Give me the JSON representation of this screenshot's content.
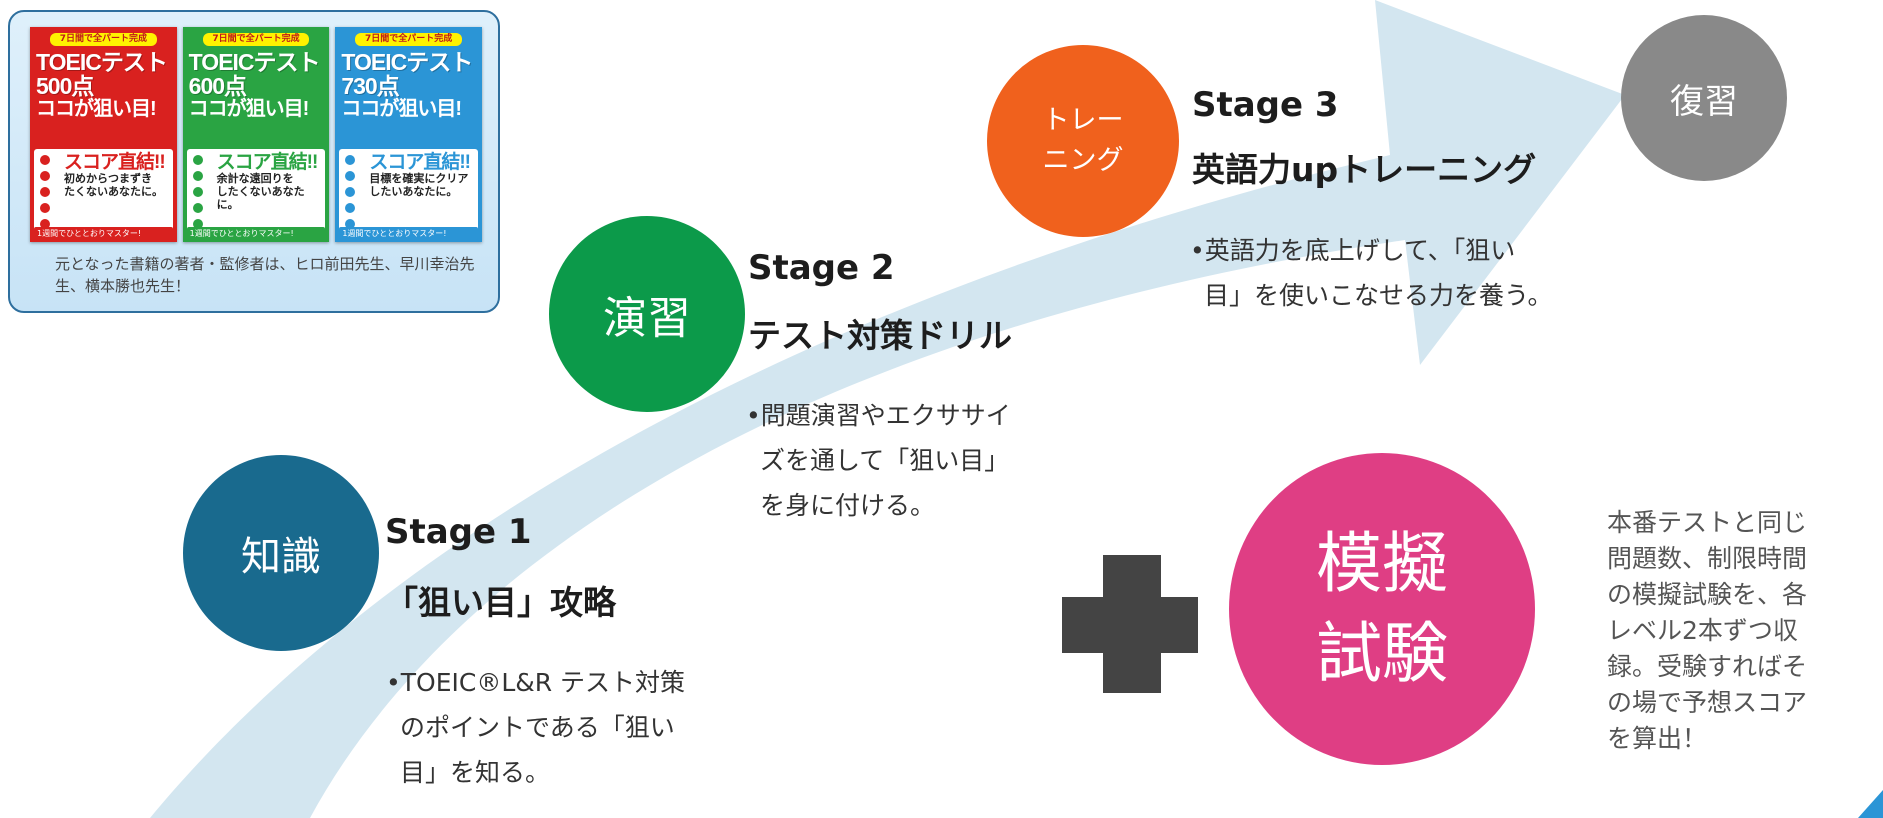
{
  "colors": {
    "arrow": "#d3e6f0",
    "chishiki": "#196a8e",
    "enshu": "#0c9a4a",
    "training": "#f0611d",
    "fukushu": "#898989",
    "moshi": "#df3e84",
    "plus": "#444444"
  },
  "books": {
    "items": [
      {
        "banner": "7日間で全パート完成",
        "title": "TOEICテスト",
        "score": "500点",
        "sub": "ココが狙い目!",
        "lower_score": "スコア直結!!",
        "tag1": "初めからつまずき",
        "tag2": "たくないあなたに。",
        "strip": "1週間でひととおりマスター!"
      },
      {
        "banner": "7日間で全パート完成",
        "title": "TOEICテスト",
        "score": "600点",
        "sub": "ココが狙い目!",
        "lower_score": "スコア直結!!",
        "tag1": "余計な遠回りを",
        "tag2": "したくないあなたに。",
        "strip": "1週間でひととおりマスター!"
      },
      {
        "banner": "7日間で全パート完成",
        "title": "TOEICテスト",
        "score": "730点",
        "sub": "ココが狙い目!",
        "lower_score": "スコア直結!!",
        "tag1": "目標を確実にクリア",
        "tag2": "したいあなたに。",
        "strip": "1週間でひととおりマスター!"
      }
    ],
    "caption": "元となった書籍の著者・監修者は、ヒロ前田先生、早川幸治先生、横本勝也先生！"
  },
  "stages": {
    "chishiki": {
      "circle": "知識",
      "head": "Stage 1",
      "sub": "「狙い目」攻略",
      "desc": [
        "•TOEIC®L&R テスト対策",
        "のポイントである「狙い",
        "目」を知る。"
      ]
    },
    "enshu": {
      "circle": "演習",
      "head": "Stage 2",
      "sub": "テスト対策ドリル",
      "desc": [
        "•問題演習やエクササイ",
        "ズを通して「狙い目」",
        "を身に付ける。"
      ]
    },
    "training": {
      "circle_line1": "トレー",
      "circle_line2": "ニング",
      "head": "Stage 3",
      "sub": "英語力upトレーニング",
      "desc": [
        "•英語力を底上げして、「狙い",
        "目」を使いこなせる力を養う。"
      ]
    },
    "fukushu": {
      "circle": "復習"
    }
  },
  "moshi": {
    "line1": "模擬",
    "line2": "試験",
    "desc": [
      "本番テストと同じ",
      "問題数、制限時間",
      "の模擬試験を、各",
      "レベル2本ずつ収",
      "録。受験すればそ",
      "の場で予想スコア",
      "を算出！"
    ]
  }
}
